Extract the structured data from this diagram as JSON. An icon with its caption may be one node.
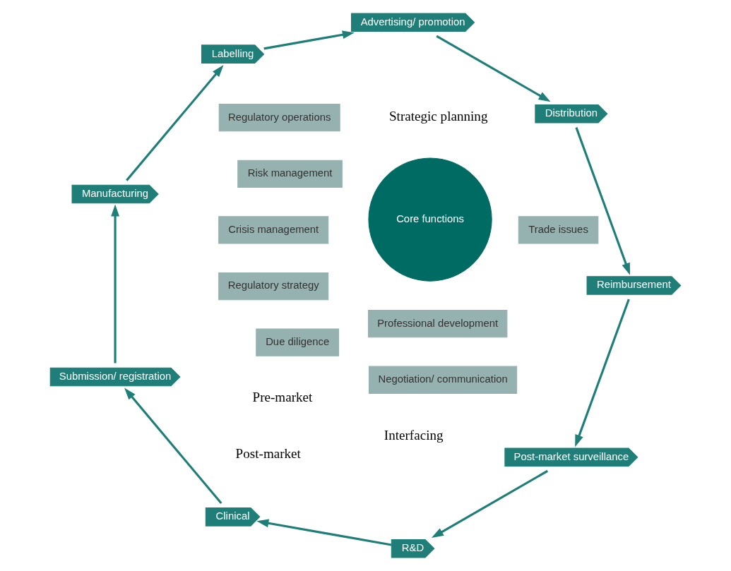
{
  "diagram": {
    "nodes": [
      {
        "text": [
          "Post-market surveillance"
        ]
      },
      {
        "text": [
          "R&D"
        ]
      },
      {
        "text": [
          "Clinical"
        ]
      },
      {
        "text": [
          "Submission/ registration"
        ]
      },
      {
        "text": [
          "Manufacturing"
        ]
      },
      {
        "text": [
          "Labelling"
        ]
      },
      {
        "text": [
          "Advertising/ promotion"
        ]
      },
      {
        "text": [
          "Distribution"
        ]
      },
      {
        "text": [
          "Reimbursement"
        ]
      },
      {
        "text": [
          "Risk management"
        ]
      },
      {
        "text": [
          "Trade issues"
        ]
      },
      {
        "text": [
          "Crisis management"
        ]
      },
      {
        "text": [
          "Professional development"
        ]
      },
      {
        "text": [
          "Regulatory strategy"
        ]
      },
      {
        "text": [
          "Regulatory operations"
        ]
      },
      {
        "text": [
          "Due diligence"
        ]
      },
      {
        "text": [
          "Negotiation/ communication"
        ]
      },
      {
        "text": [
          "Core functions"
        ]
      }
    ],
    "edges": [
      {
        "from": 0,
        "to": 1,
        "arrow": "to"
      },
      {
        "from": 1,
        "to": 2,
        "arrow": "to"
      },
      {
        "from": 2,
        "to": 3,
        "arrow": "to"
      },
      {
        "from": 3,
        "to": 4,
        "arrow": "to"
      },
      {
        "from": 4,
        "to": 5,
        "arrow": "to"
      },
      {
        "from": 5,
        "to": 6,
        "arrow": "to"
      },
      {
        "from": 6,
        "to": 7,
        "arrow": "to"
      },
      {
        "from": 7,
        "to": 8,
        "arrow": "to"
      },
      {
        "from": 8,
        "to": 0,
        "arrow": "to"
      }
    ],
    "labels": [
      "Strategic planning",
      "Pre-market",
      "Interfacing",
      "Post-market"
    ]
  }
}
